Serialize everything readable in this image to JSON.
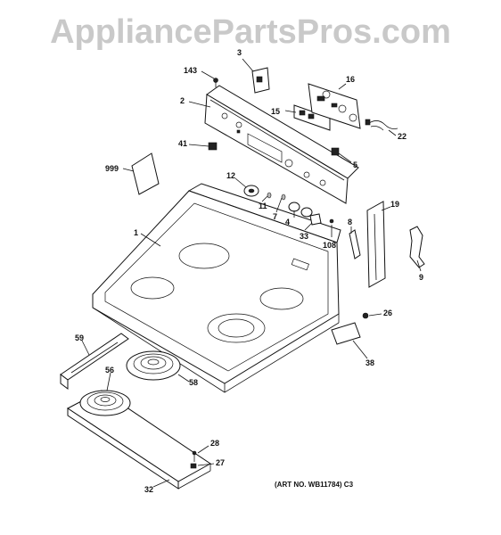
{
  "watermark": {
    "text": "AppliancePartsPros.com",
    "color": "#c9c9c9"
  },
  "art_number": "(ART NO. WB11784) C3",
  "callouts": {
    "c1": "1",
    "c2": "2",
    "c3": "3",
    "c4": "4",
    "c5": "5",
    "c7": "7",
    "c8": "8",
    "c9": "9",
    "c11": "11",
    "c12": "12",
    "c15": "15",
    "c16": "16",
    "c19": "19",
    "c22": "22",
    "c26": "26",
    "c27": "27",
    "c28": "28",
    "c32": "32",
    "c33": "33",
    "c38": "38",
    "c41": "41",
    "c56": "56",
    "c58": "58",
    "c59": "59",
    "c108": "108",
    "c143": "143",
    "c999": "999"
  }
}
